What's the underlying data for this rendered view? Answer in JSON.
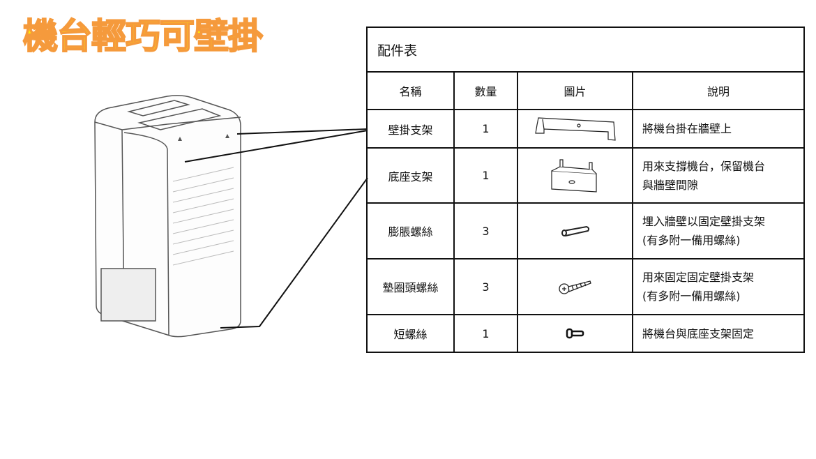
{
  "headline": "機台輕巧可壁掛",
  "table": {
    "title": "配件表",
    "headers": [
      "名稱",
      "數量",
      "圖片",
      "說明"
    ],
    "rows": [
      {
        "name": "壁掛支架",
        "qty": "1",
        "icon": "wall-bracket",
        "desc1": "將機台掛在牆壁上",
        "desc2": ""
      },
      {
        "name": "底座支架",
        "qty": "1",
        "icon": "base-bracket",
        "desc1": "用來支撐機台，保留機台",
        "desc2": "與牆壁間隙"
      },
      {
        "name": "膨脹螺絲",
        "qty": "3",
        "icon": "wall-anchor",
        "desc1": "埋入牆壁以固定壁掛支架",
        "desc2": "(有多附一備用螺絲)"
      },
      {
        "name": "墊圈頭螺絲",
        "qty": "3",
        "icon": "washer-head-screw",
        "desc1": "用來固定固定壁掛支架",
        "desc2": "(有多附一備用螺絲)"
      },
      {
        "name": "短螺絲",
        "qty": "1",
        "icon": "short-screw",
        "desc1": "將機台與底座支架固定",
        "desc2": ""
      }
    ]
  }
}
